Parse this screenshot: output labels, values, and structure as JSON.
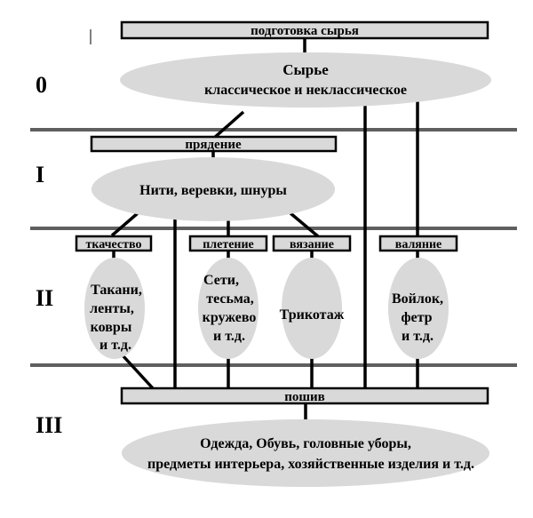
{
  "levels": [
    "0",
    "I",
    "II",
    "III"
  ],
  "processes": {
    "preparation": "подготовка сырья",
    "spinning": "прядение",
    "weaving": "ткачество",
    "braiding": "плетение",
    "knitting": "вязание",
    "felting": "валяние",
    "sewing": "пошив"
  },
  "products": {
    "raw": [
      "Сырье",
      "классическое и неклассическое"
    ],
    "threads": "Нити, веревки, шнуры",
    "fabrics": [
      "Такани,",
      "ленты,",
      "ковры",
      "и т.д."
    ],
    "nets": [
      "Сети,",
      "тесьма,",
      "кружево",
      "и т.д."
    ],
    "knitwear": "Трикотаж",
    "felt": [
      "Войлок,",
      "фетр",
      "и т.д."
    ],
    "final": [
      "Одежда, Обувь, головные уборы,",
      "предметы интерьера, хозяйственные изделия и т.д."
    ]
  },
  "colors": {
    "box_fill": "#d9d9d9",
    "separator": "#5f5f5f",
    "line": "#000000"
  }
}
